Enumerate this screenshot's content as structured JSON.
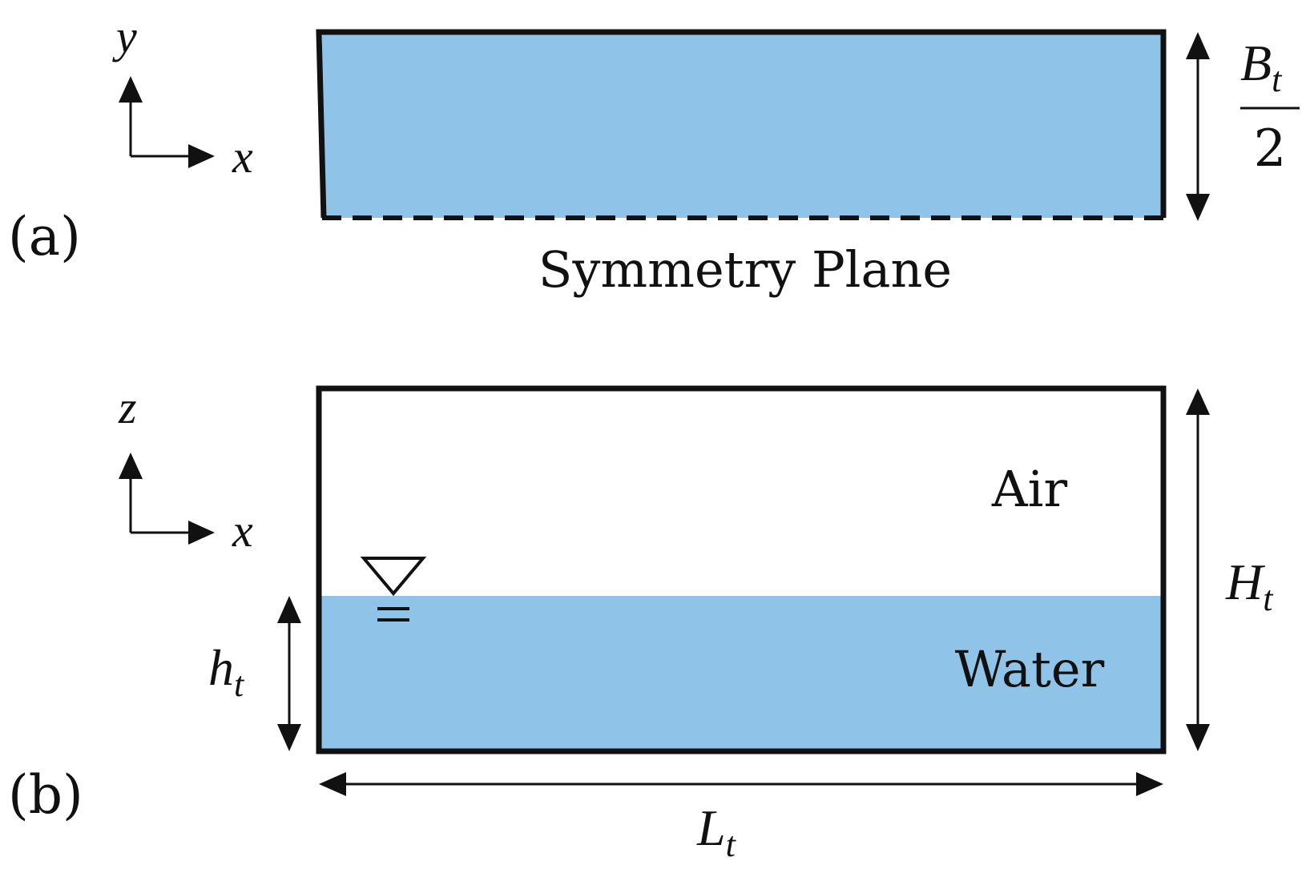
{
  "panel_a": {
    "label": "(a)",
    "axis_y": "y",
    "axis_x": "x",
    "symmetry_label": "Symmetry Plane",
    "width_dim": {
      "symbol": "B",
      "subscript": "t",
      "denominator": "2"
    }
  },
  "panel_b": {
    "label": "(b)",
    "axis_z": "z",
    "axis_x": "x",
    "air_label": "Air",
    "water_label": "Water",
    "height_dim": {
      "symbol": "H",
      "subscript": "t"
    },
    "depth_dim": {
      "symbol": "h",
      "subscript": "t"
    },
    "length_dim": {
      "symbol": "L",
      "subscript": "t"
    }
  },
  "colors": {
    "water": "#8fc4e8",
    "outline": "#111111"
  },
  "icons": [
    "free-surface-symbol",
    "arrow-up-icon",
    "arrow-right-icon",
    "double-arrow-icon"
  ]
}
